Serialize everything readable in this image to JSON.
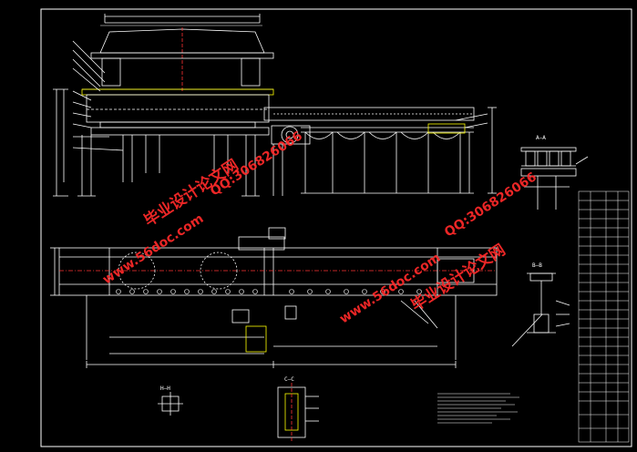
{
  "watermarks": {
    "site_cn": "毕业设计论文网",
    "url": "www.56doc.com",
    "qq": "QQ:306826066"
  },
  "section_labels": {
    "aa": "A—A",
    "bb": "B—B",
    "cc": "C—C",
    "hh": "H—H"
  },
  "colors": {
    "background": "#000000",
    "line": "#ffffff",
    "accent": "#ffff00",
    "watermark": "#ff2a2a"
  }
}
